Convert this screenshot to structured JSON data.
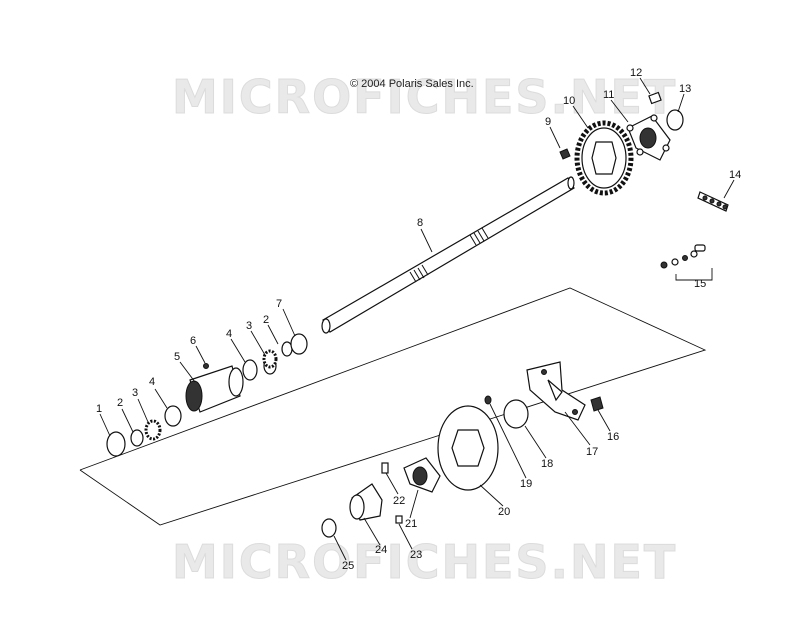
{
  "copyright": "© 2004 Polaris Sales Inc.",
  "watermark": "MICROFICHES.NET",
  "callouts": [
    "1",
    "2",
    "3",
    "4",
    "5",
    "6",
    "4",
    "3",
    "2",
    "7",
    "8",
    "9",
    "10",
    "11",
    "12",
    "13",
    "14",
    "15",
    "16",
    "17",
    "18",
    "19",
    "20",
    "21",
    "22",
    "23",
    "24",
    "25"
  ]
}
